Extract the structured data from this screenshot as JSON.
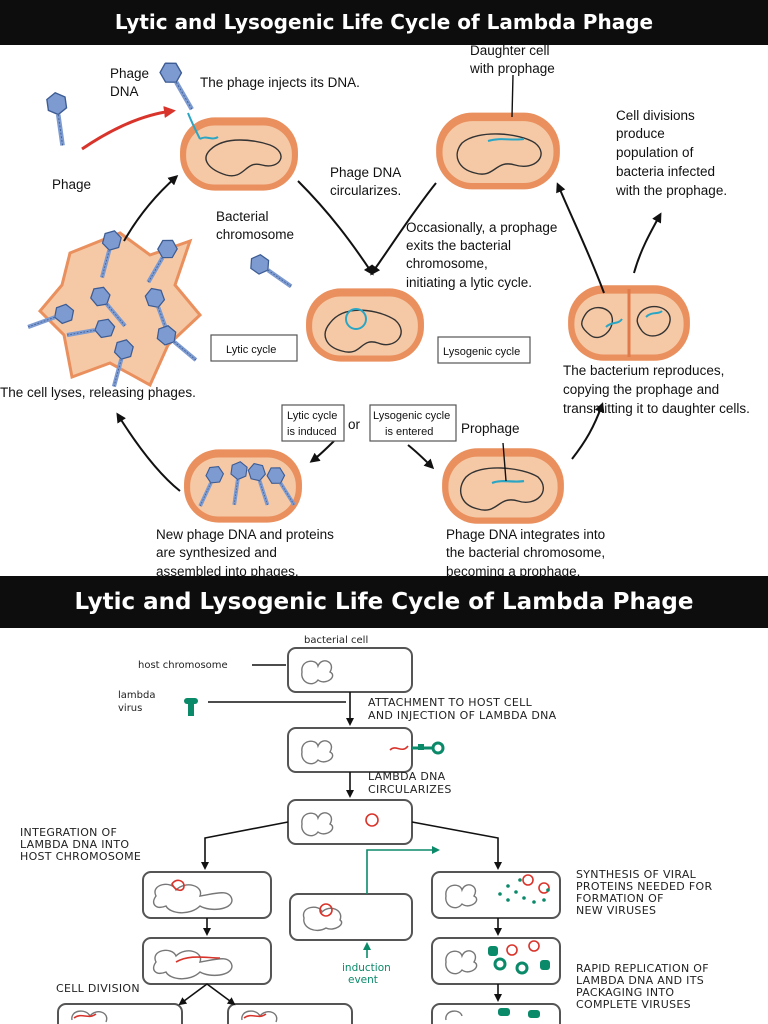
{
  "slide1": {
    "title": "Lytic and Lysogenic Life Cycle of Lambda Phage",
    "labels": {
      "phage_dna_1": "Phage",
      "phage_dna_2": "DNA",
      "injects": "The phage injects its DNA.",
      "phage": "Phage",
      "bacterial_1": "Bacterial",
      "bacterial_2": "chromosome",
      "circularizes_1": "Phage DNA",
      "circularizes_2": "circularizes.",
      "daughter_1": "Daughter cell",
      "daughter_2": "with prophage",
      "divisions_1": "Cell divisions",
      "divisions_2": "produce",
      "divisions_3": "population of",
      "divisions_4": "bacteria infected",
      "divisions_5": "with the prophage.",
      "exits_1": "Occasionally, a prophage",
      "exits_2": "exits the bacterial",
      "exits_3": "chromosome,",
      "exits_4": "initiating a lytic cycle.",
      "lytic_cycle": "Lytic cycle",
      "lysogenic_cycle": "Lysogenic cycle",
      "lyses": "The cell lyses, releasing phages.",
      "reproduces_1": "The bacterium reproduces,",
      "reproduces_2": "copying the prophage and",
      "reproduces_3": "transmitting it to daughter cells.",
      "lytic_induced_1": "Lytic cycle",
      "lytic_induced_2": "is induced",
      "or": "or",
      "lysogenic_entered_1": "Lysogenic cycle",
      "lysogenic_entered_2": "is entered",
      "prophage": "Prophage",
      "synthesized_1": "New phage DNA and proteins",
      "synthesized_2": "are synthesized and",
      "synthesized_3": "assembled into phages.",
      "integrates_1": "Phage DNA integrates into",
      "integrates_2": "the bacterial chromosome,",
      "integrates_3": "becoming a prophage."
    }
  },
  "slide2": {
    "title": "Lytic and Lysogenic Life Cycle of Lambda Phage",
    "labels": {
      "bacterial_cell": "bacterial cell",
      "host_chromosome": "host chromosome",
      "lambda_1": "lambda",
      "lambda_2": "virus",
      "attachment_1": "ATTACHMENT TO HOST CELL",
      "attachment_2": "AND INJECTION OF LAMBDA DNA",
      "circ_1": "LAMBDA DNA",
      "circ_2": "CIRCULARIZES",
      "integration_1": "INTEGRATION OF",
      "integration_2": "LAMBDA DNA INTO",
      "integration_3": "HOST CHROMOSOME",
      "synthesis_1": "SYNTHESIS OF VIRAL",
      "synthesis_2": "PROTEINS NEEDED FOR",
      "synthesis_3": "FORMATION OF",
      "synthesis_4": "NEW VIRUSES",
      "induction_1": "induction",
      "induction_2": "event",
      "replication_1": "RAPID REPLICATION OF",
      "replication_2": "LAMBDA DNA AND ITS",
      "replication_3": "PACKAGING INTO",
      "replication_4": "COMPLETE VIRUSES",
      "cell_division": "CELL DIVISION"
    }
  },
  "colors": {
    "title_bar": "#0d0d0d",
    "cell_fill": "#f6c9a6",
    "cell_rim": "#e07a4a",
    "phage_blue": "#6e8fc8",
    "dna_teal": "#2aa6c4",
    "lambda_red": "#d9342b",
    "lambda_green": "#0b8a6a"
  }
}
